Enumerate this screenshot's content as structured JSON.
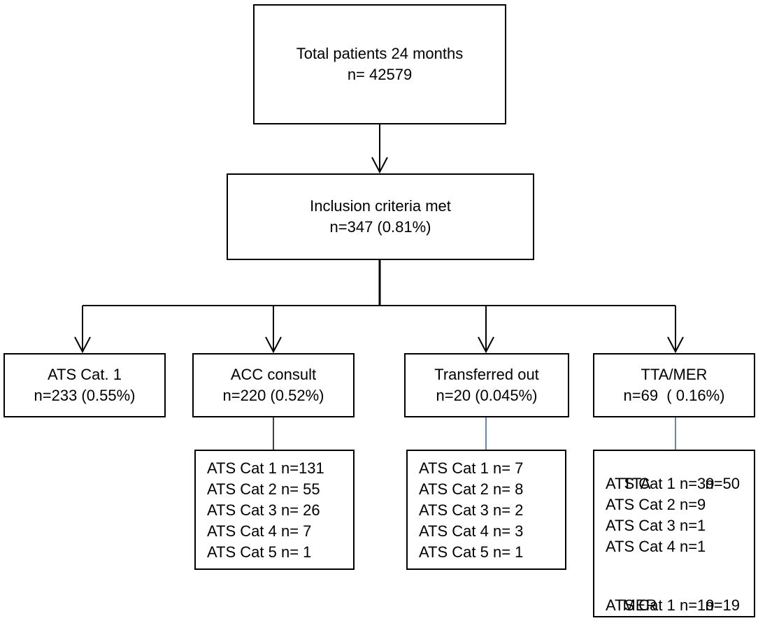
{
  "colors": {
    "stroke": "#000000",
    "blue_connector": "#2f5f9e"
  },
  "top": {
    "line1": "Total patients 24 months",
    "line2": "n= 42579"
  },
  "inclusion": {
    "line1": "Inclusion criteria met",
    "line2": "n=347 (0.81%)"
  },
  "branches": [
    {
      "line1": "ATS Cat. 1",
      "line2": "n=233 (0.55%)"
    },
    {
      "line1": "ACC consult",
      "line2": "n=220 (0.52%)"
    },
    {
      "line1": "Transferred out",
      "line2": "n=20 (0.045%)"
    },
    {
      "line1": "TTA/MER",
      "line2": "n=69  ( 0.16%)"
    }
  ],
  "details": {
    "acc": [
      "ATS Cat 1 n=131",
      "ATS Cat 2 n= 55",
      "ATS Cat 3 n= 26",
      "ATS Cat 4 n= 7",
      "ATS Cat 5 n= 1"
    ],
    "transferred": [
      "ATS Cat 1 n= 7",
      "ATS Cat 2 n= 8",
      "ATS Cat 3 n= 2",
      "ATS Cat 4 n= 3",
      "ATS Cat 5 n= 1"
    ],
    "tta_mer": {
      "tta_label": "TTA",
      "tta_value": "n=50",
      "tta_rows": [
        "ATS Cat 1 n=39",
        "ATS Cat 2 n=9",
        "ATS Cat 3 n=1",
        "ATS Cat 4 n=1"
      ],
      "mer_label": "MER",
      "mer_value": "n=19",
      "mer_rows": [
        "ATS Cat 1 n=19"
      ]
    }
  }
}
